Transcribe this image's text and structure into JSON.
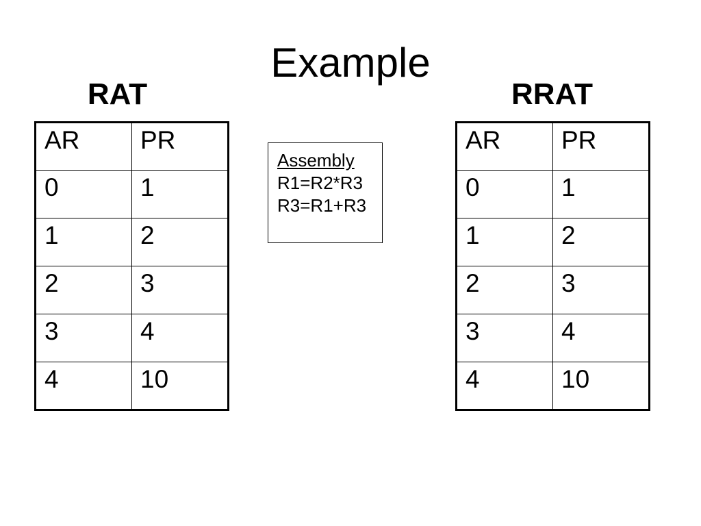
{
  "slide": {
    "title": "Example",
    "left_table": {
      "caption": "RAT",
      "headers": [
        "AR",
        "PR"
      ],
      "rows": [
        [
          "0",
          "1"
        ],
        [
          "1",
          "2"
        ],
        [
          "2",
          "3"
        ],
        [
          "3",
          "4"
        ],
        [
          "4",
          "10"
        ]
      ]
    },
    "right_table": {
      "caption": "RRAT",
      "headers": [
        "AR",
        "PR"
      ],
      "rows": [
        [
          "0",
          "1"
        ],
        [
          "1",
          "2"
        ],
        [
          "2",
          "3"
        ],
        [
          "3",
          "4"
        ],
        [
          "4",
          "10"
        ]
      ]
    },
    "assembly_box": {
      "heading": "Assembly",
      "lines": [
        "R1=R2*R3",
        "R3=R1+R3"
      ]
    },
    "colors": {
      "background": "#ffffff",
      "text": "#000000",
      "border": "#000000"
    }
  }
}
